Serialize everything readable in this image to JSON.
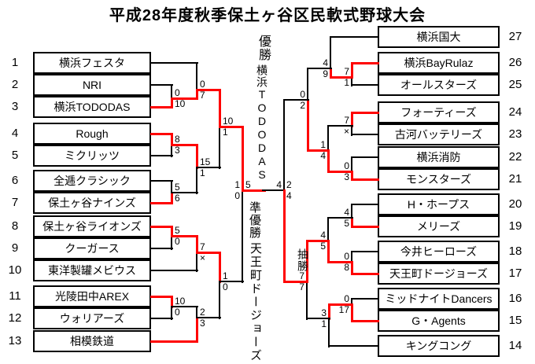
{
  "title": "平成28年度秋季保土ヶ谷区民軟式野球大会",
  "champion": {
    "label": "優勝",
    "team": "横浜TODODAS"
  },
  "runner_up": {
    "label": "準優勝",
    "team": "天王町ドージョーズ"
  },
  "lottery_note": "抽勝",
  "colors": {
    "line": "#000000",
    "winner_path": "#ff0000"
  },
  "teams_left": [
    {
      "seed": "1",
      "name": "横浜フェスタ"
    },
    {
      "seed": "2",
      "name": "NRI"
    },
    {
      "seed": "3",
      "name": "横浜TODODAS"
    },
    {
      "seed": "4",
      "name": "Rough"
    },
    {
      "seed": "5",
      "name": "ミクリッツ"
    },
    {
      "seed": "6",
      "name": "全逓クラシック"
    },
    {
      "seed": "7",
      "name": "保土ヶ谷ナインズ"
    },
    {
      "seed": "8",
      "name": "保土ヶ谷ライオンズ"
    },
    {
      "seed": "9",
      "name": "クーガース"
    },
    {
      "seed": "10",
      "name": "東洋製罐メビウス"
    },
    {
      "seed": "11",
      "name": "光陵田中AREX"
    },
    {
      "seed": "12",
      "name": "ウォリアーズ"
    },
    {
      "seed": "13",
      "name": "相模鉄道"
    }
  ],
  "teams_right": [
    {
      "seed": "27",
      "name": "横浜国大"
    },
    {
      "seed": "26",
      "name": "横浜BayRulaz"
    },
    {
      "seed": "25",
      "name": "オールスターズ"
    },
    {
      "seed": "24",
      "name": "フォーティーズ"
    },
    {
      "seed": "23",
      "name": "古河バッテリーズ"
    },
    {
      "seed": "22",
      "name": "横浜消防"
    },
    {
      "seed": "21",
      "name": "モンスターズ"
    },
    {
      "seed": "20",
      "name": "H・ホープス"
    },
    {
      "seed": "19",
      "name": "メリーズ"
    },
    {
      "seed": "18",
      "name": "今井ヒーローズ"
    },
    {
      "seed": "17",
      "name": "天王町ドージョーズ"
    },
    {
      "seed": "16",
      "name": "ミッドナイトDancers"
    },
    {
      "seed": "15",
      "name": "G・Agents"
    },
    {
      "seed": "14",
      "name": "キングコング"
    }
  ],
  "matches": {
    "L1": {
      "top": "NRI",
      "bottom": "横浜TODODAS",
      "score_top": "0",
      "score_bottom": "10",
      "winner": "bottom"
    },
    "L2": {
      "top": "横浜フェスタ",
      "bottom": "横浜TODODAS",
      "score_top": "0",
      "score_bottom": "7",
      "winner": "bottom"
    },
    "L3": {
      "top": "Rough",
      "bottom": "ミクリッツ",
      "score_top": "8",
      "score_bottom": "3",
      "winner": "top"
    },
    "L4": {
      "top": "全逓クラシック",
      "bottom": "保土ヶ谷ナインズ",
      "score_top": "5",
      "score_bottom": "6",
      "winner": "bottom"
    },
    "L5": {
      "top": "Rough",
      "bottom": "保土ヶ谷ナインズ",
      "score_top": "15",
      "score_bottom": "1",
      "winner": "top"
    },
    "L6": {
      "top": "横浜TODODAS",
      "bottom": "Rough",
      "score_top": "10",
      "score_bottom": "1",
      "winner": "top"
    },
    "L7": {
      "top": "保土ヶ谷ライオンズ",
      "bottom": "クーガース",
      "score_top": "5",
      "score_bottom": "0",
      "winner": "top"
    },
    "L8": {
      "top": "保土ヶ谷ライオンズ",
      "bottom": "東洋製罐メビウス",
      "score_top": "7",
      "score_bottom": "×",
      "winner": "top"
    },
    "L9": {
      "top": "保土ヶ谷ライオンズ",
      "bottom": "相模鉄道",
      "score_top": "1",
      "score_bottom": "0",
      "winner": "top"
    },
    "L10": {
      "top": "光陵田中AREX",
      "bottom": "ウォリアーズ",
      "score_top": "10",
      "score_bottom": "0",
      "winner": "top"
    },
    "L11": {
      "top": "光陵田中AREX",
      "bottom": "相模鉄道",
      "score_top": "2",
      "score_bottom": "3",
      "winner": "bottom"
    },
    "LF": {
      "top": "横浜TODODAS",
      "bottom": "保土ヶ谷ライオンズ",
      "score_top": "1",
      "score_bottom": "0",
      "winner": "top"
    },
    "R1": {
      "top": "横浜BayRulaz",
      "bottom": "オールスターズ",
      "score_top": "7",
      "score_bottom": "1",
      "winner": "top"
    },
    "R2": {
      "top": "横浜国大",
      "bottom": "横浜BayRulaz",
      "score_top": "4",
      "score_bottom": "9",
      "winner": "bottom"
    },
    "R3": {
      "top": "フォーティーズ",
      "bottom": "古河バッテリーズ",
      "score_top": "7",
      "score_bottom": "×",
      "winner": "top"
    },
    "R4": {
      "top": "横浜消防",
      "bottom": "モンスターズ",
      "score_top": "0",
      "score_bottom": "3",
      "winner": "bottom"
    },
    "R5": {
      "top": "フォーティーズ",
      "bottom": "モンスターズ",
      "score_top": "1",
      "score_bottom": "4",
      "winner": "bottom"
    },
    "R6": {
      "top": "横浜BayRulaz",
      "bottom": "モンスターズ",
      "score_top": "0",
      "score_bottom": "2",
      "winner": "bottom"
    },
    "R7": {
      "top": "H・ホープス",
      "bottom": "メリーズ",
      "score_top": "4",
      "score_bottom": "5",
      "winner": "bottom"
    },
    "R8": {
      "top": "今井ヒーローズ",
      "bottom": "天王町ドージョーズ",
      "score_top": "0",
      "score_bottom": "8",
      "winner": "bottom"
    },
    "R9": {
      "top": "メリーズ",
      "bottom": "天王町ドージョーズ",
      "score_top": "4",
      "score_bottom": "5",
      "winner": "bottom"
    },
    "R10": {
      "top": "ミッドナイトDancers",
      "bottom": "G・Agents",
      "score_top": "0",
      "score_bottom": "17",
      "winner": "bottom"
    },
    "R11": {
      "top": "G・Agents",
      "bottom": "キングコング",
      "score_top": "3",
      "score_bottom": "1",
      "winner": "top"
    },
    "R12": {
      "top": "天王町ドージョーズ",
      "bottom": "G・Agents",
      "score_top": "7",
      "score_bottom": "7",
      "winner": "top",
      "note": "抽勝"
    },
    "RF": {
      "top": "モンスターズ",
      "bottom": "天王町ドージョーズ",
      "score_top": "2",
      "score_bottom": "4",
      "winner": "bottom"
    },
    "GF": {
      "left": "横浜TODODAS",
      "right": "天王町ドージョーズ",
      "score_left": "5",
      "score_right": "4",
      "winner": "left"
    }
  }
}
